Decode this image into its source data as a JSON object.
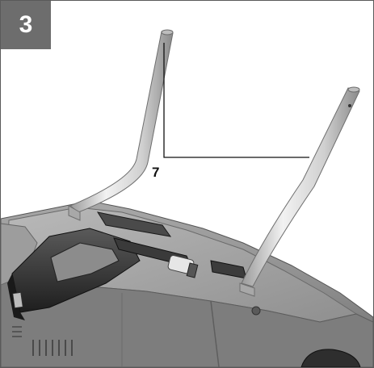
{
  "figure": {
    "step_number": "3",
    "callouts": [
      {
        "label": "7"
      }
    ]
  },
  "colors": {
    "badge_background": "#6d6d6d",
    "badge_text": "#ffffff",
    "handle_tube": "#d8d8d8",
    "machine_body": "#8c8c8c",
    "machine_dark": "#333333",
    "leader_line": "#111111"
  },
  "icons": {
    "step_badge": "step-number-badge",
    "illustration": "mower-handle-assembly-illustration"
  }
}
